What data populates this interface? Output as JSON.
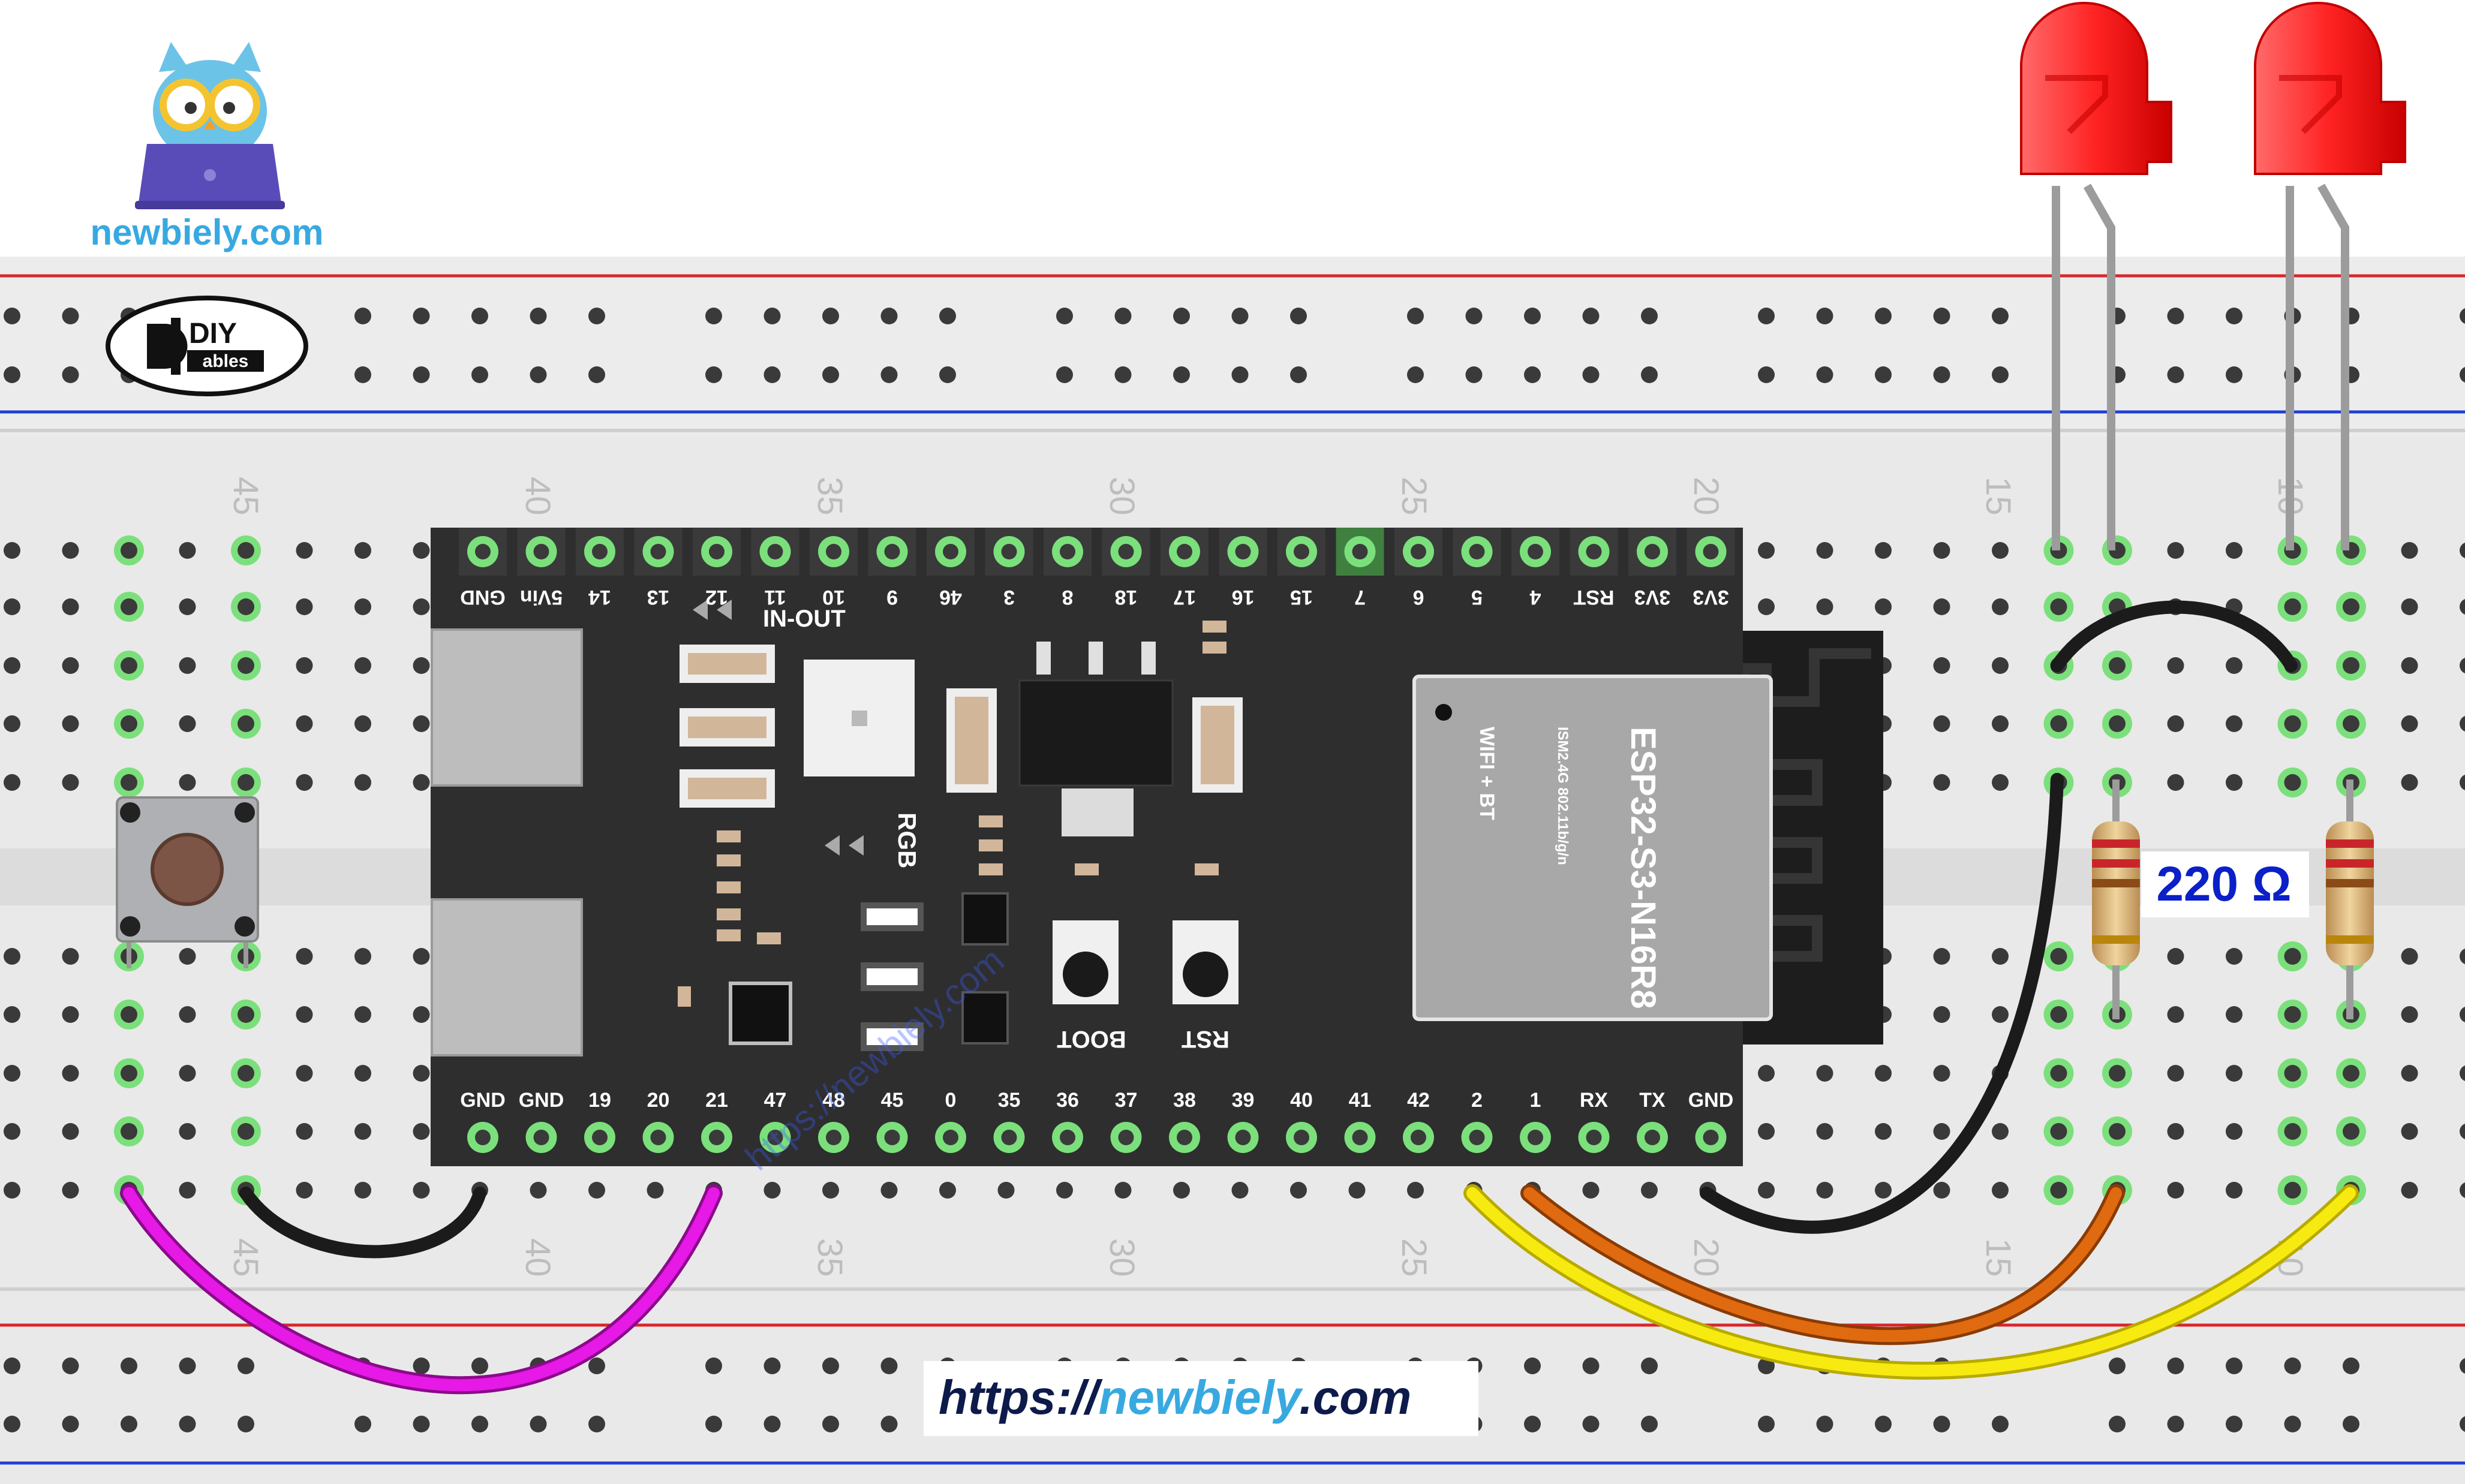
{
  "brand": {
    "site_name": "newbiely.com",
    "logo_text_top": "DIY",
    "logo_text_bottom": "ables"
  },
  "url_footer": {
    "prefix": "https://",
    "name": "newbiely",
    "suffix": ".com"
  },
  "watermark": "https://newbiely.com",
  "board": {
    "chip_name": "ESP32-S3-N16R8",
    "chip_sub": "ISM2.4G 802.11b/g/n",
    "chip_feature": "WIFI + BT",
    "top_pins": [
      "GND",
      "5Vin",
      "14",
      "13",
      "12",
      "11",
      "10",
      "9",
      "46",
      "3",
      "8",
      "18",
      "17",
      "16",
      "15",
      "7",
      "6",
      "5",
      "4",
      "RST",
      "3V3",
      "3V3"
    ],
    "bottom_pins": [
      "GND",
      "GND",
      "19",
      "20",
      "21",
      "47",
      "48",
      "45",
      "0",
      "35",
      "36",
      "37",
      "38",
      "39",
      "40",
      "41",
      "42",
      "2",
      "1",
      "RX",
      "TX",
      "GND"
    ],
    "labels": {
      "in_out": "IN-OUT",
      "rgb": "RGB",
      "boot": "BOOT",
      "rst": "RST"
    }
  },
  "resistor_label": "220 Ω",
  "breadboard_numbers": [
    "45",
    "40",
    "35",
    "30",
    "25",
    "20",
    "15",
    "10"
  ],
  "colors": {
    "breadboard": "#e9e9e9",
    "rail_red": "#d8262c",
    "rail_blue": "#1f3fd6",
    "board": "#2e2e2e",
    "wire_magenta": "#e619e6",
    "wire_black": "#1b1b1b",
    "wire_yellow": "#f7ea10",
    "wire_orange": "#e06a10",
    "led_red": "#ff2626",
    "text_blue": "#0b20c8",
    "site_blue": "#38a9e0"
  },
  "icons": [
    "owl-laptop-logo-icon",
    "diyables-logo-icon",
    "push-button-icon",
    "led-icon",
    "resistor-icon",
    "wifi-antenna-icon"
  ]
}
